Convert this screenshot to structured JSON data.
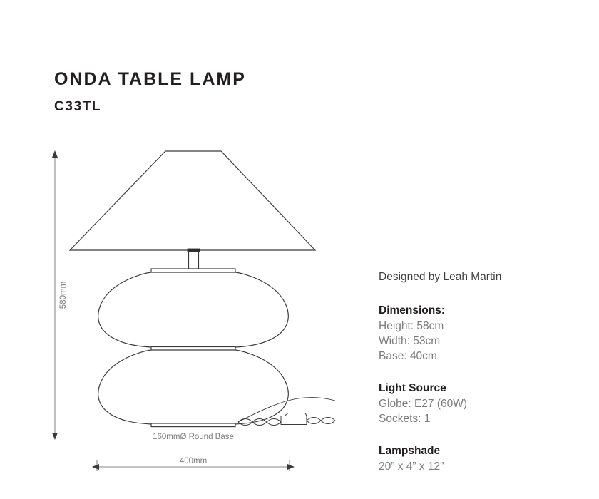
{
  "header": {
    "title": "ONDA TABLE LAMP",
    "code": "C33TL"
  },
  "drawing": {
    "height_dimension": "580mm",
    "width_dimension": "400mm",
    "base_note": "160mmØ Round Base"
  },
  "specs": {
    "designer": "Designed by Leah Martin",
    "dimensions": {
      "heading": "Dimensions:",
      "height": "Height: 58cm",
      "width": "Width: 53cm",
      "base": "Base: 40cm"
    },
    "light_source": {
      "heading": "Light Source",
      "globe": "Globe: E27 (60W)",
      "sockets": "Sockets: 1"
    },
    "lampshade": {
      "heading": "Lampshade",
      "size": "20” x 4” x 12\""
    }
  },
  "colors": {
    "title": "#231f20",
    "body_text": "#7a7b7e",
    "line": "#3a3a3a",
    "dimension_line": "#8a8a8a",
    "background": "#ffffff"
  }
}
